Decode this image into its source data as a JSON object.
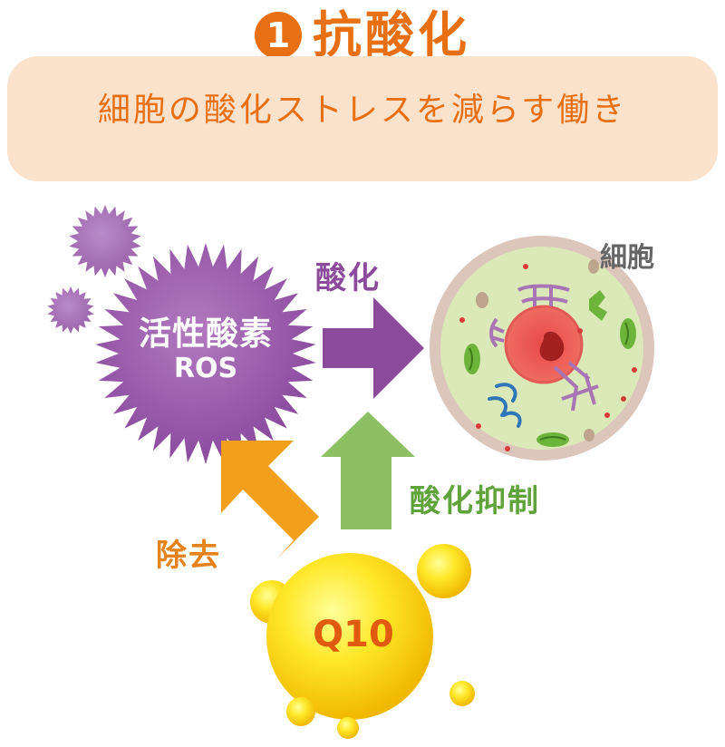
{
  "heading": {
    "number": "1",
    "title": "抗酸化"
  },
  "subtitle": "細胞の酸化ストレスを減らす働き",
  "ros": {
    "label_jp": "活性酸素",
    "label_en": "ROS"
  },
  "arrows": {
    "oxidation": "酸化",
    "inhibit": "酸化抑制",
    "remove": "除去"
  },
  "cell": {
    "label": "細胞"
  },
  "q10": {
    "label": "Q10"
  },
  "colors": {
    "orange": "#e86f12",
    "band": "#fbe2cc",
    "purple": "#8c4a9c",
    "green": "#5fa33a",
    "light_orange": "#e6821b",
    "yellow": "#f7d21a"
  }
}
